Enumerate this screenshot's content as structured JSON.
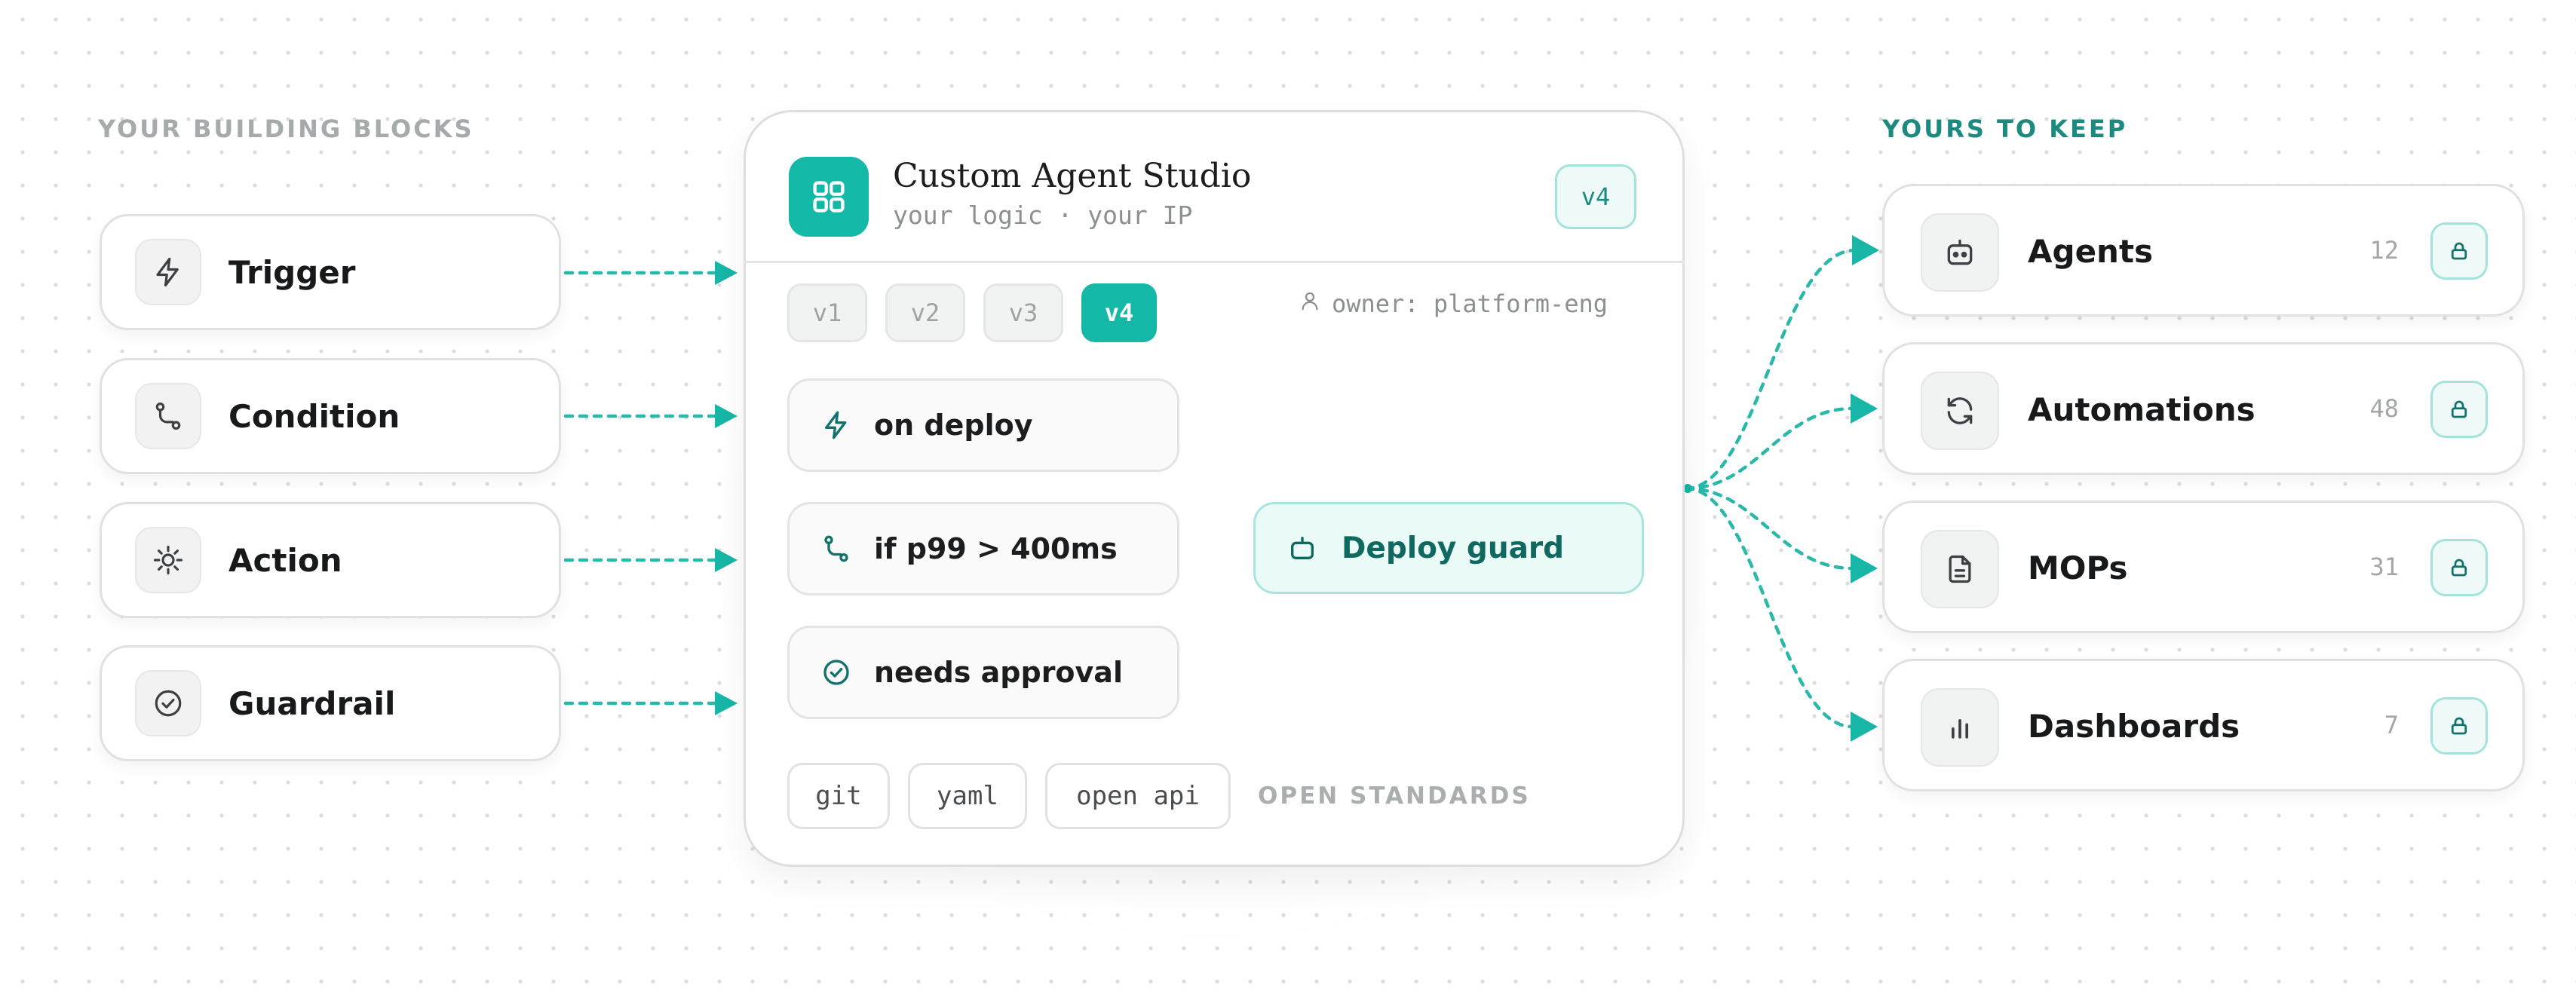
{
  "left_section": {
    "label": "YOUR BUILDING BLOCKS",
    "blocks": [
      {
        "label": "Trigger",
        "icon": "bolt-icon"
      },
      {
        "label": "Condition",
        "icon": "route-icon"
      },
      {
        "label": "Action",
        "icon": "sun-icon"
      },
      {
        "label": "Guardrail",
        "icon": "check-circle-icon"
      }
    ]
  },
  "studio": {
    "title": "Custom Agent Studio",
    "subtitle": "your logic · your IP",
    "icon": "grid-icon",
    "version_badge": "v4",
    "versions": [
      "v1",
      "v2",
      "v3",
      "v4"
    ],
    "active_version": "v4",
    "owner": "owner: platform-eng",
    "rules": [
      {
        "label": "on deploy",
        "icon": "bolt-icon"
      },
      {
        "label": "if p99 > 400ms",
        "icon": "route-icon"
      },
      {
        "label": "needs approval",
        "icon": "check-circle-icon"
      }
    ],
    "agent": {
      "label": "Deploy guard",
      "icon": "robot-icon"
    },
    "standards": [
      "git",
      "yaml",
      "open api"
    ],
    "standards_label": "OPEN STANDARDS"
  },
  "right_section": {
    "label": "YOURS TO KEEP",
    "assets": [
      {
        "label": "Agents",
        "count": "12",
        "icon": "robot-icon"
      },
      {
        "label": "Automations",
        "count": "48",
        "icon": "refresh-icon"
      },
      {
        "label": "MOPs",
        "count": "31",
        "icon": "document-icon"
      },
      {
        "label": "Dashboards",
        "count": "7",
        "icon": "bar-chart-icon"
      }
    ]
  },
  "colors": {
    "accent": "#14b8a6",
    "accent_dark": "#1d8a80",
    "muted_text": "#a7aaab",
    "card_border": "#dfe1e2"
  }
}
